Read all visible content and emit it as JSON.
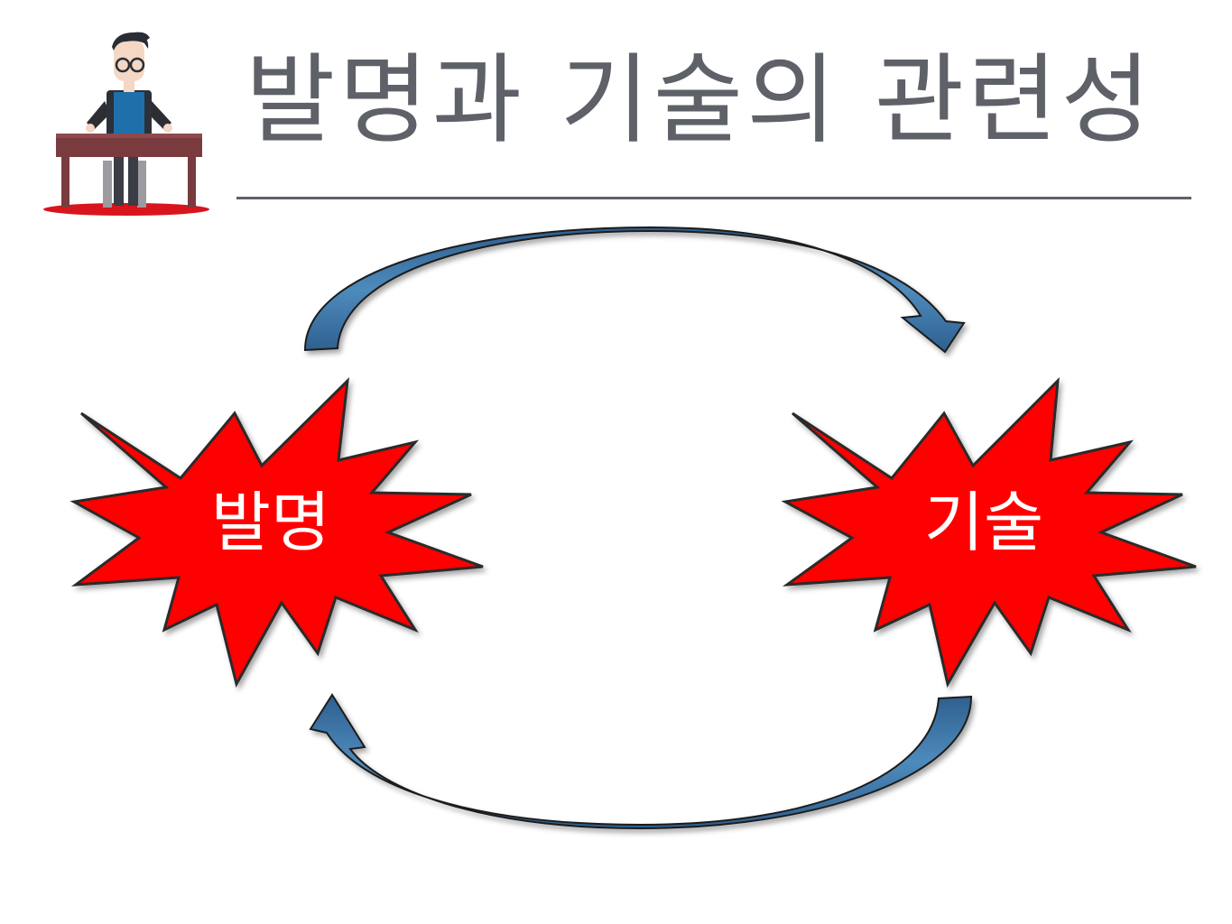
{
  "slide": {
    "title": "발명과 기술의 관련성"
  },
  "diagram": {
    "nodes": [
      {
        "id": "invention",
        "label": "발명"
      },
      {
        "id": "technology",
        "label": "기술"
      }
    ],
    "edges": [
      {
        "from": "invention",
        "to": "technology",
        "direction": "clockwise-top"
      },
      {
        "from": "technology",
        "to": "invention",
        "direction": "clockwise-bottom"
      }
    ]
  },
  "colors": {
    "title_text": "#5f6169",
    "rule": "#5f6169",
    "burst_fill": "#ff0000",
    "burst_stroke": "#2b2b2b",
    "arrow_fill": "#3d78a8",
    "arrow_stroke": "#1e1e1e",
    "label_text": "#ffffff"
  },
  "icons": {
    "presenter": "person-at-desk-icon"
  }
}
